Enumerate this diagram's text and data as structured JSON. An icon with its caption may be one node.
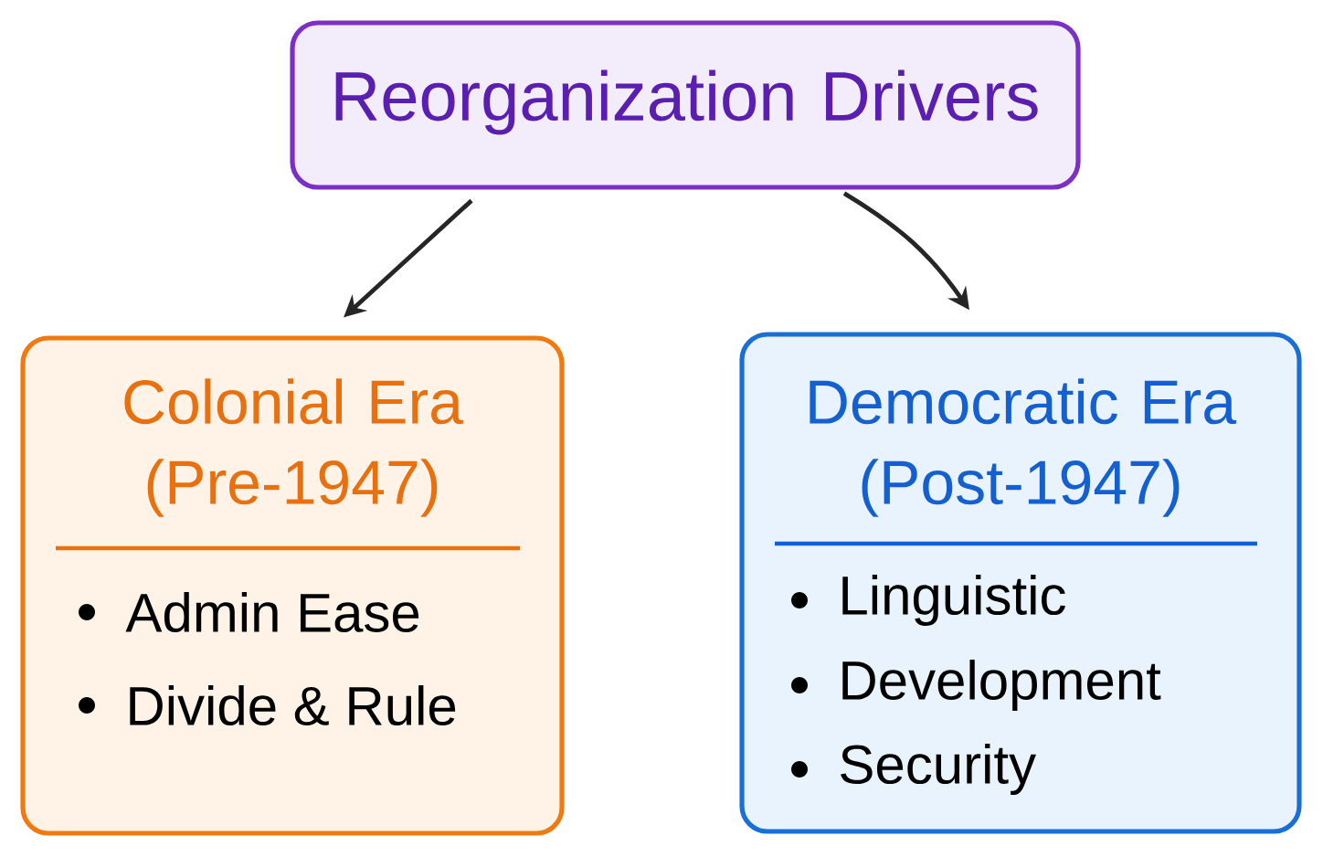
{
  "diagram": {
    "nodes": [
      {
        "text": [
          "Reorganization Drivers"
        ]
      },
      {
        "text": [
          "Colonial Era (Pre-1947)",
          "Admin Ease",
          "Divide & Rule"
        ]
      },
      {
        "text": [
          "Democratic Era (Post-1947)",
          "Linguistic",
          "Development",
          "Security"
        ]
      }
    ],
    "edges": [
      {
        "from": 0,
        "to": 1,
        "arrow": "to"
      },
      {
        "from": 0,
        "to": 2,
        "arrow": "to"
      }
    ]
  }
}
